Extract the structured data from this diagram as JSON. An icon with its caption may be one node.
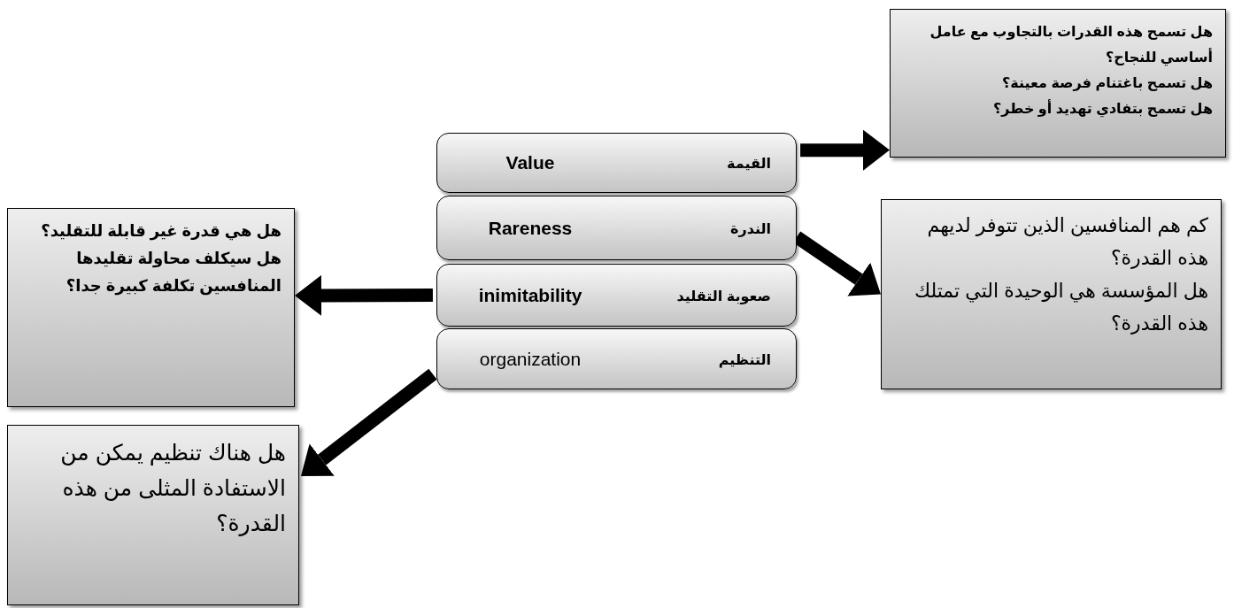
{
  "diagram": {
    "nodes": [
      {
        "text": [
          "القيمة",
          "Value"
        ]
      },
      {
        "text": [
          "الندرة",
          "Rareness"
        ]
      },
      {
        "text": [
          "صعوبة التقليد",
          "inimitability"
        ]
      },
      {
        "text": [
          "التنظيم",
          "organization"
        ]
      },
      {
        "text": [
          "هل تسمح هذه القدرات بالتجاوب مع عامل أساسي للنجاح؟",
          "هل تسمح باغتنام فرصة معينة؟",
          "هل تسمح بتفادي تهديد أو خطر؟"
        ]
      },
      {
        "text": [
          "كم هم المنافسين الذين تتوفر لديهم هذه القدرة؟",
          "هل المؤسسة هي الوحيدة التي تمتلك هذه القدرة؟"
        ]
      },
      {
        "text": [
          "هل هي قدرة غير قابلة للتقليد؟",
          "هل سيكلف محاولة تقليدها المنافسين تكلفة كبيرة جدا؟"
        ]
      },
      {
        "text": [
          "هل هناك تنظيم يمكن من الاستفادة المثلى من هذه القدرة؟"
        ]
      }
    ],
    "edges": [
      {
        "from": 0,
        "to": 4,
        "arrow": "to"
      },
      {
        "from": 1,
        "to": 5,
        "arrow": "to"
      },
      {
        "from": 2,
        "to": 6,
        "arrow": "to"
      },
      {
        "from": 3,
        "to": 7,
        "arrow": "to"
      }
    ]
  }
}
